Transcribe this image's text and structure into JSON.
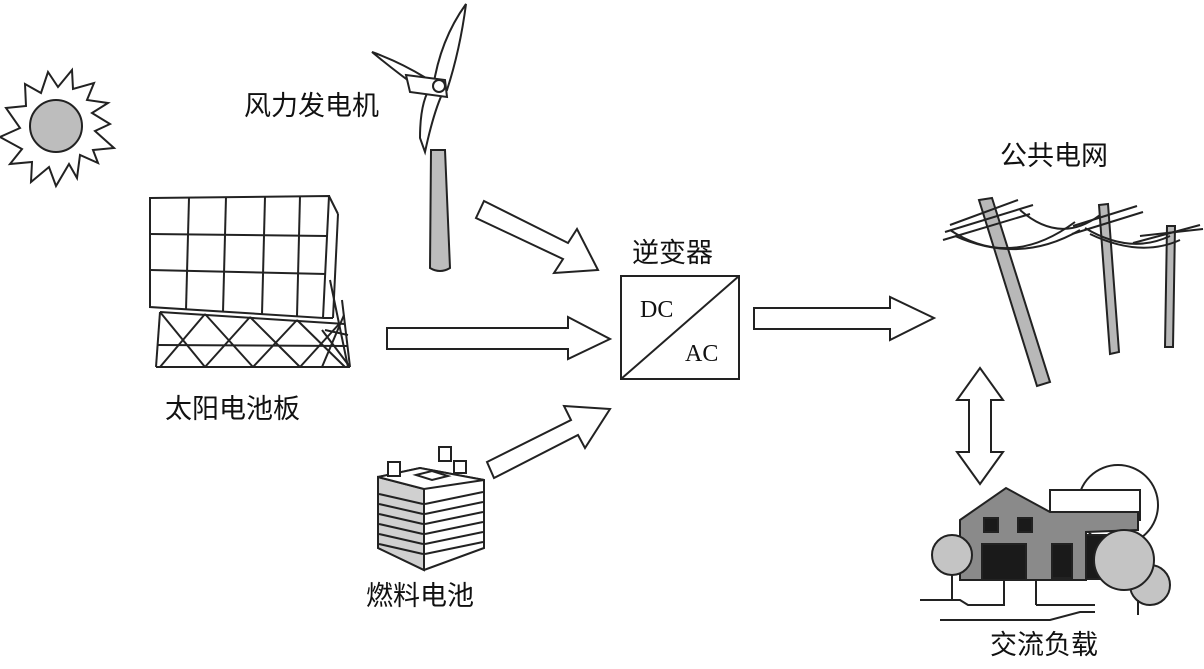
{
  "labels": {
    "wind_turbine": "风力发电机",
    "solar_panel": "太阳电池板",
    "fuel_cell": "燃料电池",
    "inverter": "逆变器",
    "public_grid": "公共电网",
    "ac_load": "交流负载"
  },
  "inverter_box": {
    "dc": "DC",
    "ac": "AC"
  },
  "colors": {
    "stroke": "#222222",
    "sun_fill": "#bdbdbd",
    "pole_fill": "#b8b8b8",
    "house_dark": "#1a1a1a",
    "house_gray": "#8a8a8a",
    "tree_fill": "#c4c4c4"
  }
}
